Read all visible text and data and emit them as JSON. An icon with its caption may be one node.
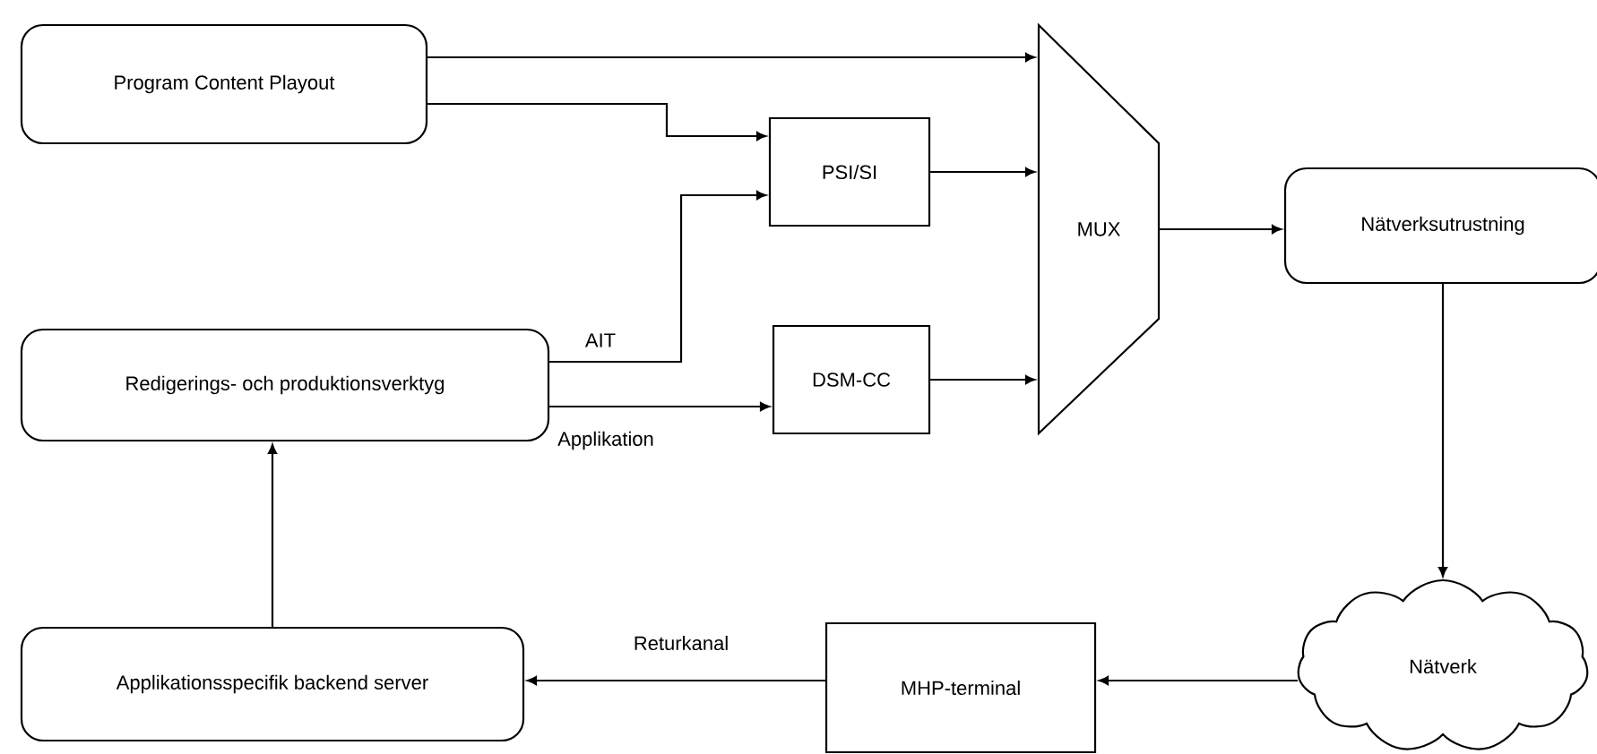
{
  "diagram": {
    "nodes": [
      {
        "text": [
          "Program Content Playout"
        ]
      },
      {
        "text": [
          "PSI/SI"
        ]
      },
      {
        "text": [
          "Redigerings- och produktionsverktyg"
        ]
      },
      {
        "text": [
          "DSM-CC"
        ]
      },
      {
        "text": [
          "MUX"
        ]
      },
      {
        "text": [
          "Nätverksutrustning"
        ]
      },
      {
        "text": [
          "Nätverk"
        ]
      },
      {
        "text": [
          "MHP-terminal"
        ]
      },
      {
        "text": [
          "Applikationsspecifik backend server"
        ]
      }
    ],
    "edges": [
      {
        "from": 0,
        "to": 4,
        "arrow": "to"
      },
      {
        "from": 0,
        "to": 1,
        "arrow": "to"
      },
      {
        "from": 2,
        "to": 1,
        "arrow": "to",
        "label": "AIT"
      },
      {
        "from": 2,
        "to": 3,
        "arrow": "to",
        "label": "Applikation"
      },
      {
        "from": 1,
        "to": 4,
        "arrow": "to"
      },
      {
        "from": 3,
        "to": 4,
        "arrow": "to"
      },
      {
        "from": 4,
        "to": 5,
        "arrow": "to"
      },
      {
        "from": 5,
        "to": 6,
        "arrow": "to"
      },
      {
        "from": 6,
        "to": 7,
        "arrow": "to"
      },
      {
        "from": 7,
        "to": 8,
        "arrow": "to",
        "label": "Returkanal"
      },
      {
        "from": 8,
        "to": 2,
        "arrow": "to"
      }
    ]
  }
}
